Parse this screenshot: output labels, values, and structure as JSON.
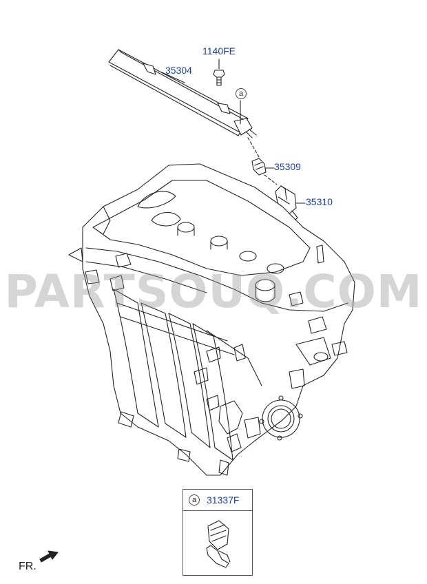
{
  "parts": [
    {
      "id": "p-1140fe",
      "number": "1140FE"
    },
    {
      "id": "p-35304",
      "number": "35304"
    },
    {
      "id": "p-35309",
      "number": "35309"
    },
    {
      "id": "p-35310",
      "number": "35310"
    }
  ],
  "callout_letter": "a",
  "inset": {
    "letter": "a",
    "number": "31337F"
  },
  "front_label": "FR.",
  "watermark": "PARTSOUQ.COM",
  "colors": {
    "part_number": "#1e3ea8",
    "line": "#222222",
    "watermark": "#969696"
  }
}
